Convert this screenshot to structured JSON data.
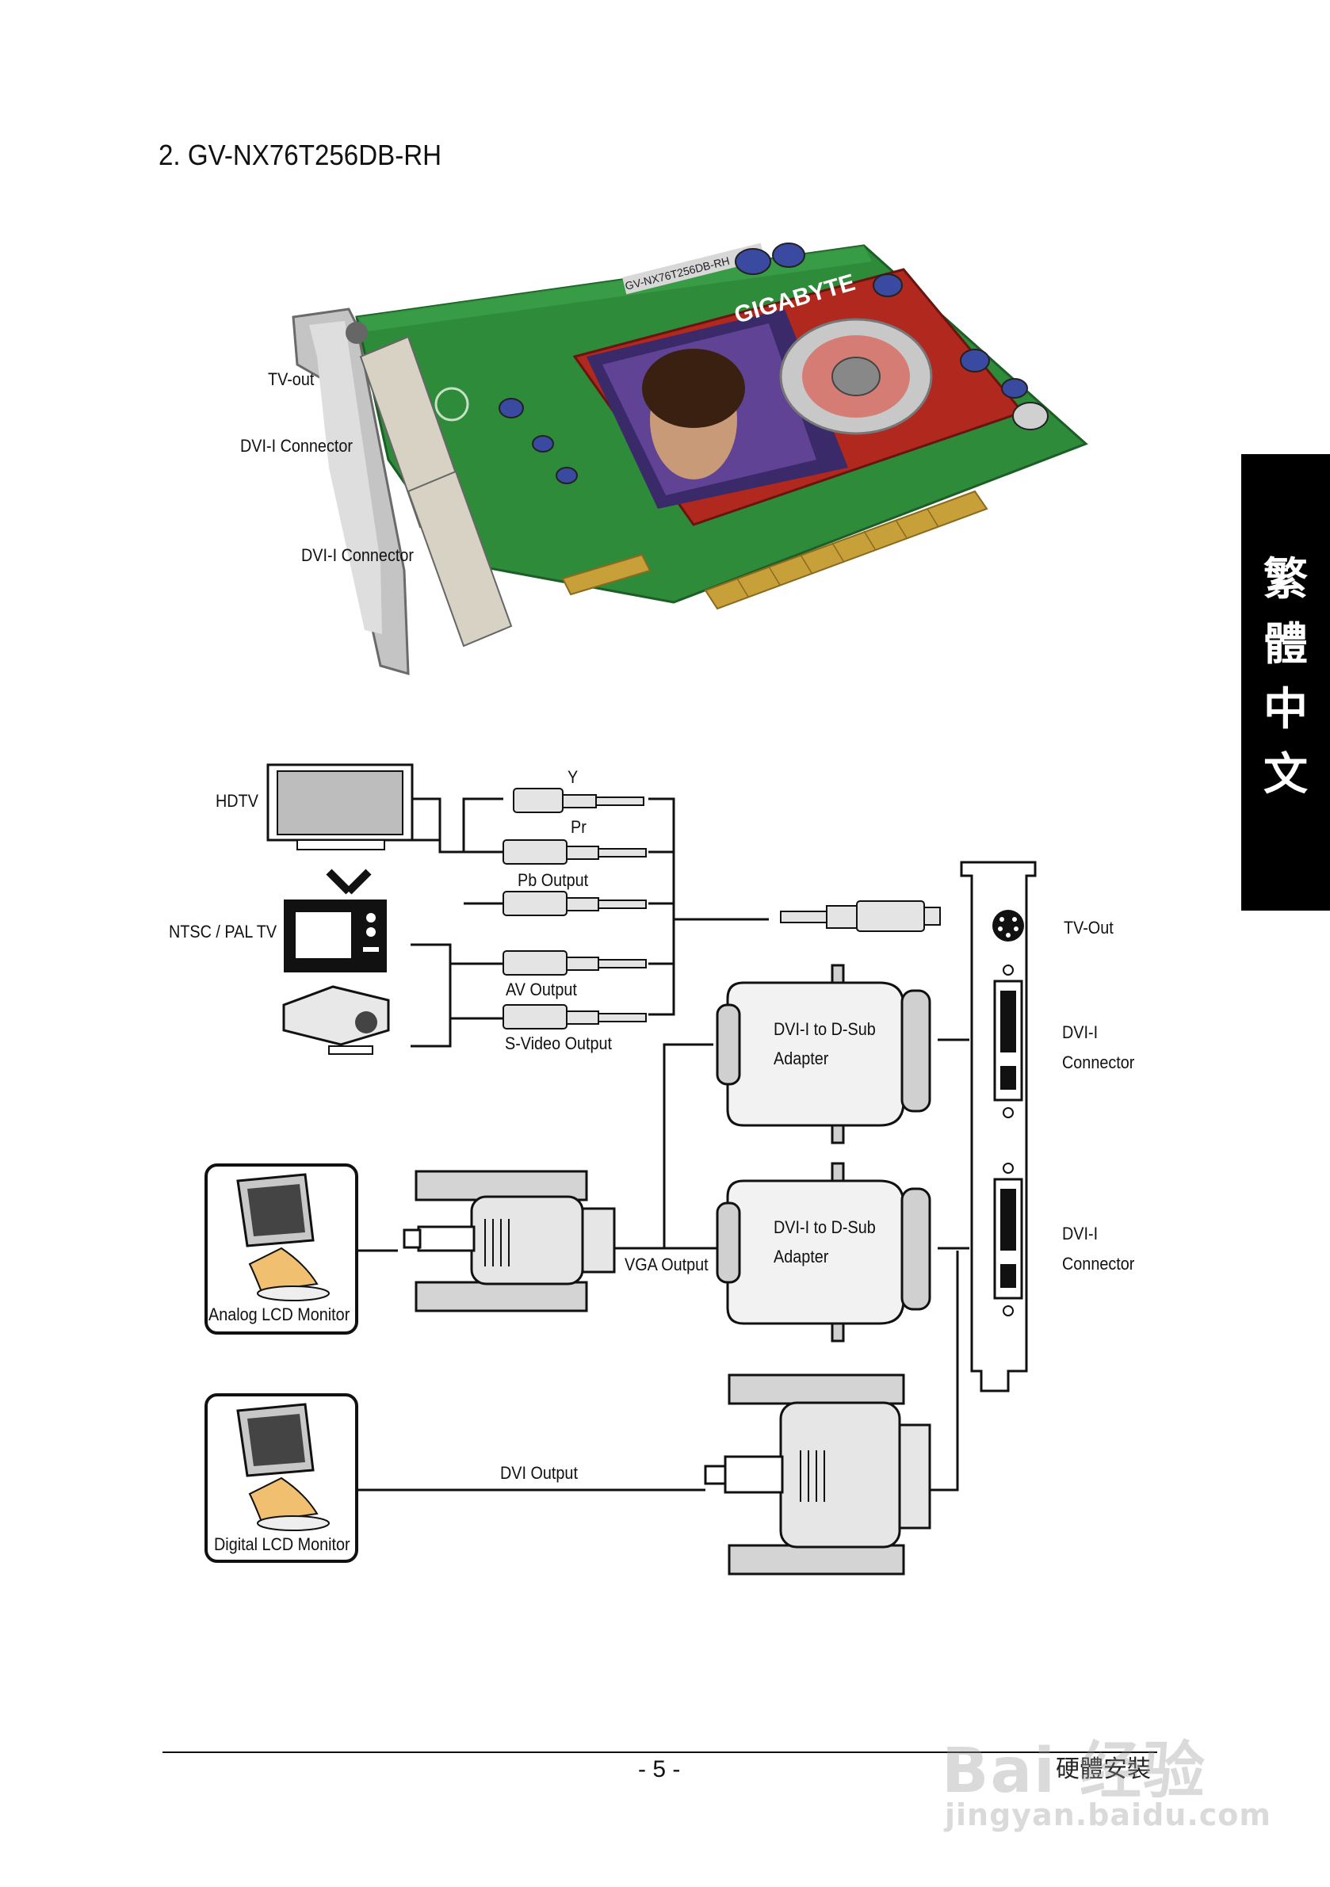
{
  "page": {
    "title": "2. GV-NX76T256DB-RH",
    "side_tab_chars": [
      "繁",
      "體",
      "中",
      "文"
    ],
    "page_number": "- 5 -",
    "footer_section": "硬體安裝"
  },
  "watermark": {
    "logo": "Bai 经验",
    "url": "jingyan.baidu.com"
  },
  "photo": {
    "brand": "GIGABYTE",
    "model_label": "GV-NX76T256DB-RH",
    "labels": {
      "tv_out": "TV-out",
      "dvi_1": "DVI-I Connector",
      "dvi_2": "DVI-I Connector"
    }
  },
  "diagram": {
    "hdtv": "HDTV",
    "ntsc_pal_tv": "NTSC / PAL TV",
    "y": "Y",
    "pr": "Pr",
    "pb_output": "Pb Output",
    "av_output": "AV Output",
    "svideo_output": "S-Video Output",
    "adapter_1": {
      "line1": "DVI-I to D-Sub",
      "line2": "Adapter"
    },
    "adapter_2": {
      "line1": "DVI-I to D-Sub",
      "line2": "Adapter"
    },
    "vga_output": "VGA Output",
    "dvi_output": "DVI Output",
    "analog_monitor": "Analog LCD Monitor",
    "digital_monitor": "Digital LCD Monitor",
    "tv_out_port": "TV-Out",
    "dvi_port_1": {
      "line1": "DVI-I",
      "line2": "Connector"
    },
    "dvi_port_2": {
      "line1": "DVI-I",
      "line2": "Connector"
    }
  },
  "colors": {
    "pcb_green": "#2e8b3a",
    "tab_black": "#000000"
  }
}
